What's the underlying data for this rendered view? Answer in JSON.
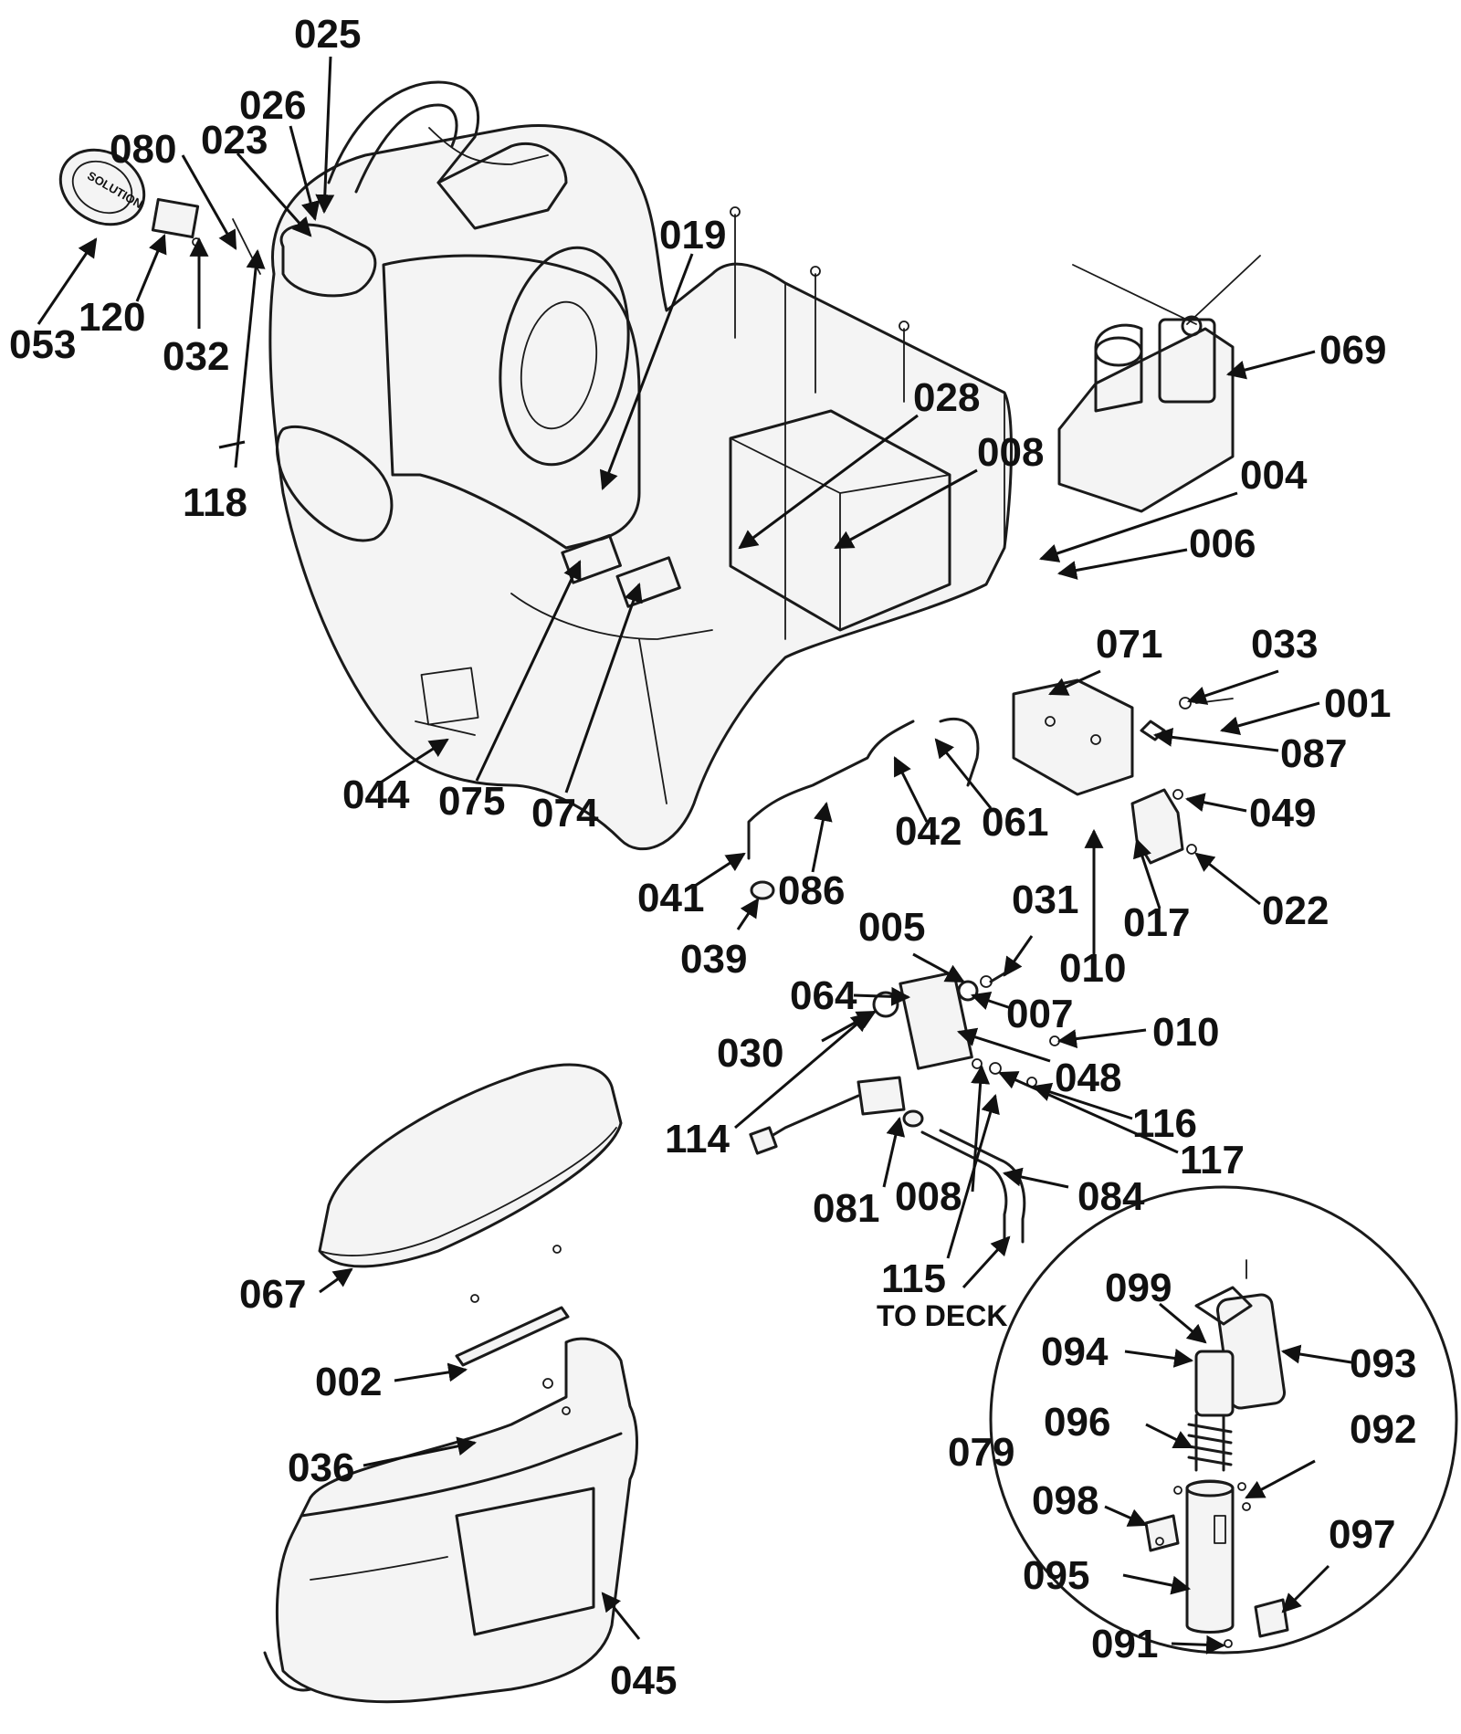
{
  "colors": {
    "ink": "#1a1a1a",
    "paper": "#ffffff"
  },
  "parts": {
    "p001": "001",
    "p002": "002",
    "p004": "004",
    "p005": "005",
    "p006": "006",
    "p007": "007",
    "p008a": "008",
    "p008b": "008",
    "p010a": "010",
    "p010b": "010",
    "p017": "017",
    "p019": "019",
    "p022": "022",
    "p023": "023",
    "p025": "025",
    "p026": "026",
    "p028": "028",
    "p030": "030",
    "p031": "031",
    "p032": "032",
    "p033": "033",
    "p036": "036",
    "p039": "039",
    "p041": "041",
    "p042": "042",
    "p044": "044",
    "p045": "045",
    "p048": "048",
    "p049": "049",
    "p053": "053",
    "p061": "061",
    "p064": "064",
    "p067": "067",
    "p069": "069",
    "p071": "071",
    "p074": "074",
    "p075": "075",
    "p079": "079",
    "p080": "080",
    "p081": "081",
    "p084": "084",
    "p086": "086",
    "p087": "087",
    "p091": "091",
    "p092": "092",
    "p093": "093",
    "p094": "094",
    "p095": "095",
    "p096": "096",
    "p097": "097",
    "p098": "098",
    "p099": "099",
    "p114": "114",
    "p115": "115",
    "p116": "116",
    "p117": "117",
    "p118": "118",
    "p120": "120"
  },
  "notes": {
    "to_deck": "TO DECK"
  },
  "decal": {
    "solution_cap_text": "SOLUTION"
  }
}
